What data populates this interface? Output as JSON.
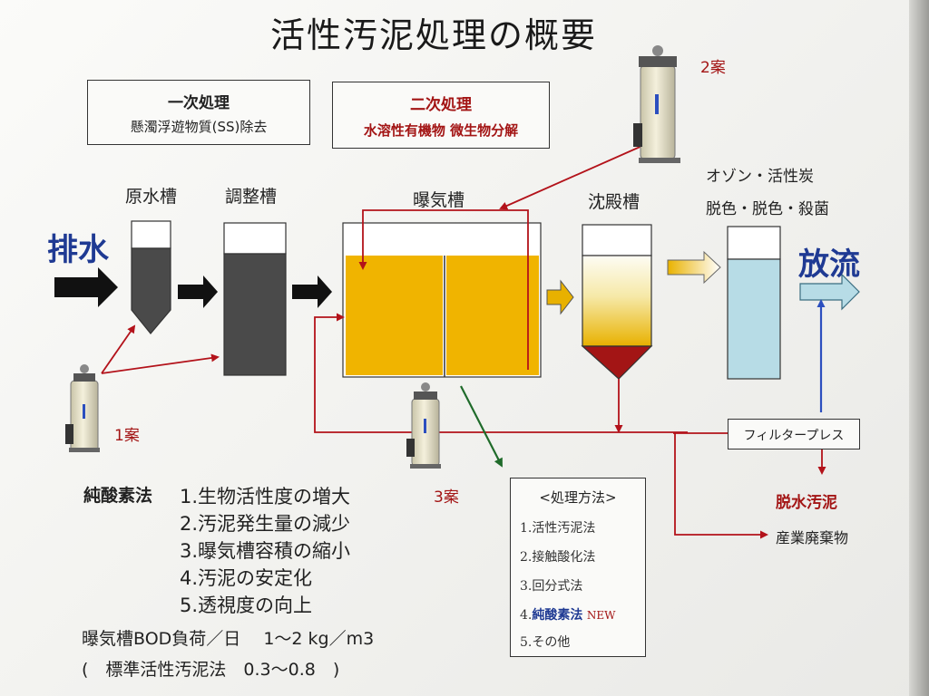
{
  "title": "活性汚泥処理の概要",
  "primary": {
    "heading": "一次処理",
    "desc": "懸濁浮遊物質(SS)除去"
  },
  "secondary": {
    "heading": "二次処理",
    "desc": "水溶性有機物 微生物分解"
  },
  "tanks": {
    "raw": "原水槽",
    "adjust": "調整槽",
    "aeration": "曝気槽",
    "settling": "沈殿槽",
    "ozone_line1": "オゾン・活性炭",
    "ozone_line2": "脱色・脱色・殺菌"
  },
  "inflow": "排水",
  "outflow": "放流",
  "plans": {
    "p1": "1案",
    "p2": "2案",
    "p3": "3案"
  },
  "filter_press": "フィルタープレス",
  "dewatered_sludge": "脱水汚泥",
  "industrial_waste": "産業廃棄物",
  "pure_oxygen": {
    "title": "純酸素法",
    "items": [
      "1.生物活性度の増大",
      "2.汚泥発生量の減少",
      "3.曝気槽容積の縮小",
      "4.汚泥の安定化",
      "5.透視度の向上"
    ]
  },
  "bod": {
    "line1": "曝気槽BOD負荷／日　 1～2 kg／m3",
    "line2": "(　標準活性汚泥法　0.3～0.8　)"
  },
  "methods": {
    "title": "<処理方法>",
    "items": [
      "1.活性汚泥法",
      "2.接触酸化法",
      "3.回分式法"
    ],
    "item4_prefix": "4.",
    "item4_name": "純酸素法",
    "item4_badge": "NEW",
    "item5": "5.その他"
  },
  "colors": {
    "aeration": "#f0b400",
    "sludge": "#a31515",
    "clear_water": "#b7dce6",
    "dark_tank": "#4a4a4a",
    "heading_blue": "#1f3a93"
  }
}
